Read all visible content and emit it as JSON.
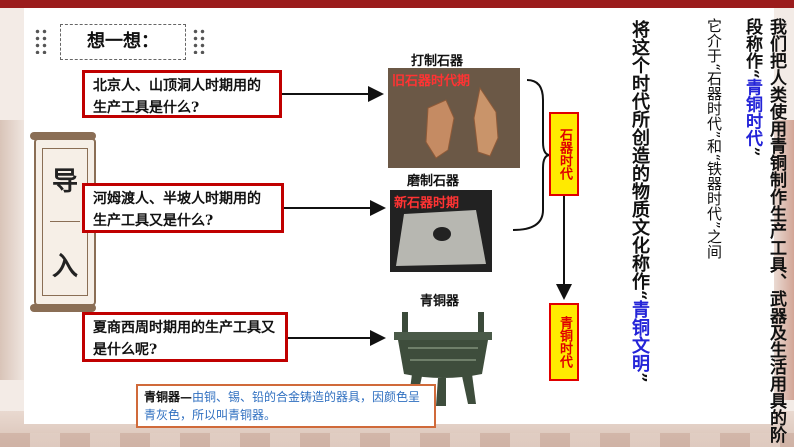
{
  "think_title": "想一想：",
  "scroll_label": [
    "导",
    "入"
  ],
  "questions": {
    "q1": "北京人、山顶洞人时期用的生产工具是什么?",
    "q2": "河姆渡人、半坡人时期用的生产工具又是什么?",
    "q3": "夏商西周时期用的生产工具又是什么呢?"
  },
  "images": {
    "chipped_label": "打制石器",
    "chipped_overlay": "旧石器时代期",
    "polished_label": "磨制石器",
    "polished_overlay": "新石器时期",
    "bronze_label": "青铜器"
  },
  "era_boxes": {
    "stone": "石器时代",
    "bronze": "青铜时代"
  },
  "caption": {
    "term": "青铜器—",
    "text": "由铜、锡、铅的合金铸造的器具，因颜色呈青灰色，所以叫青铜器。"
  },
  "right_text": {
    "col1_pre": "我们把人类使用青铜制作生产工具、武器及生活用具的阶段称作“",
    "col1_em": "青铜时代",
    "col1_post": "”",
    "col2": "它介于“石器时代”和“铁器时代”之间",
    "col3_pre": "将这个时代所创造的物质文化称作“",
    "col3_em": "青铜文明",
    "col3_post": "”"
  },
  "colors": {
    "accent_red": "#c00000",
    "highlight_yellow": "#ffea00",
    "emphasis_blue": "#2424d8"
  }
}
